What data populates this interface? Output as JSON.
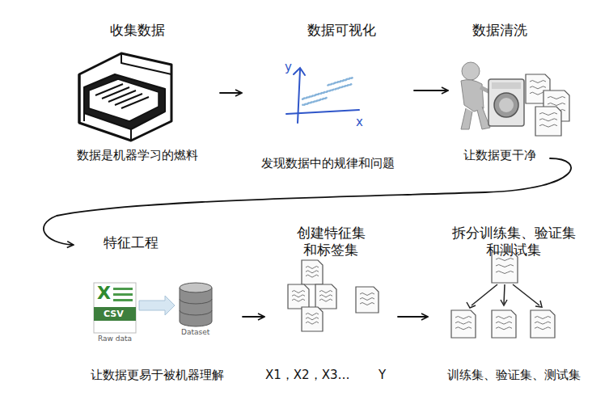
{
  "diagram": {
    "nodes": [
      {
        "text": [
          "收集数据",
          "数据是机器学习的燃料"
        ]
      },
      {
        "text": [
          "数据可视化",
          "发现数据中的规律和问题"
        ]
      },
      {
        "text": [
          "数据清洗",
          "让数据更干净"
        ]
      },
      {
        "text": [
          "特征工程",
          "让数据更易于被机器理解"
        ]
      },
      {
        "text": [
          "创建特征集 和标签集",
          "X1，X2，X3…",
          "Y"
        ]
      },
      {
        "text": [
          "拆分训练集、验证集 和测试集",
          "训练集、验证集、测试集"
        ]
      }
    ],
    "edges": [
      {
        "from": 0,
        "to": 1,
        "arrow": "to"
      },
      {
        "from": 1,
        "to": 2,
        "arrow": "to"
      },
      {
        "from": 2,
        "to": 3,
        "arrow": "to"
      },
      {
        "from": 3,
        "to": 4,
        "arrow": "to"
      },
      {
        "from": 4,
        "to": 5,
        "arrow": "to"
      }
    ],
    "labels": [
      "X",
      "CSV",
      "Raw data",
      "Dataset",
      "y",
      "x"
    ]
  }
}
